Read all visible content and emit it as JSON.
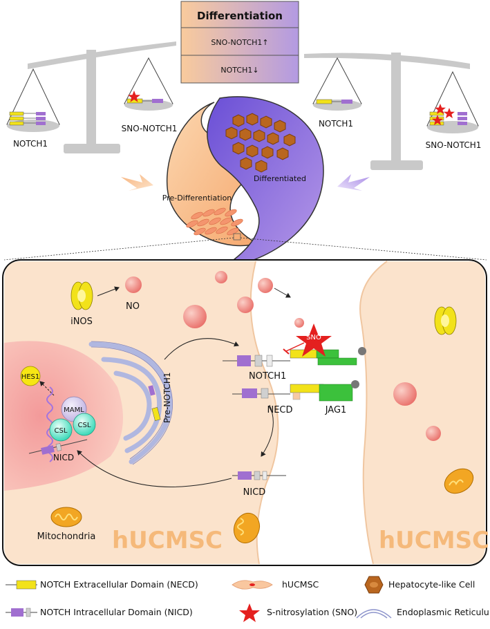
{
  "header": {
    "title": "Differentiation",
    "rows": [
      "SNO-NOTCH1↑",
      "NOTCH1↓"
    ]
  },
  "balance_left": {
    "pan_left_label": "NOTCH1",
    "pan_right_label": "SNO-NOTCH1"
  },
  "balance_right": {
    "pan_left_label": "NOTCH1",
    "pan_right_label": "SNO-NOTCH1"
  },
  "yinyang": {
    "left_label": "Pre-Differentiation",
    "right_label": "Differentiated"
  },
  "cell_panel": {
    "labels": {
      "inos": "iNOS",
      "no": "NO",
      "sno": "SNO",
      "hes1": "HES1",
      "maml": "MAML",
      "csl": "CSL",
      "nicd_nucleus": "NICD",
      "pre_notch1": "Pre-NOTCH1",
      "notch1": "NOTCH1",
      "necd": "NECD",
      "jag1": "JAG1",
      "nicd_cyto": "NICD",
      "mitochondria": "Mitochondria",
      "cell_left": "hUCMSC",
      "cell_right": "hUCMSC"
    }
  },
  "legend": [
    {
      "icon": "necd-icon",
      "label": "NOTCH Extracellular Domain (NECD)"
    },
    {
      "icon": "hucmsc-icon",
      "label": "hUCMSC"
    },
    {
      "icon": "hepatocyte-icon",
      "label": "Hepatocyte-like Cell"
    },
    {
      "icon": "nicd-icon",
      "label": "NOTCH Intracellular Domain (NICD)"
    },
    {
      "icon": "sno-star-icon",
      "label": "S-nitrosylation (SNO)"
    },
    {
      "icon": "er-icon",
      "label": "Endoplasmic Reticulum"
    }
  ],
  "colors": {
    "header_orange": "#f9c99c",
    "header_purple": "#b49be0",
    "scale_gray": "#c8c8c8",
    "cell_bg": "#fae3cd",
    "nucleus": "#f4a9a6",
    "yellow": "#f2e21a",
    "purple": "#a06fd0",
    "green": "#3cc13c",
    "red": "#e4201f",
    "hucmsc_text": "#f5b97a"
  }
}
